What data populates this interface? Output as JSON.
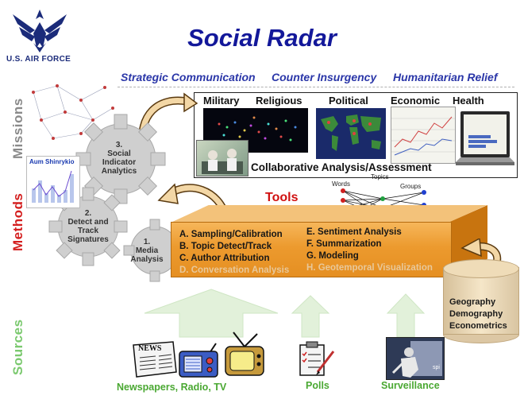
{
  "header": {
    "title": "Social Radar",
    "org_name": "U.S. AIR FORCE"
  },
  "missions": {
    "labels": [
      "Strategic Communication",
      "Counter Insurgency",
      "Humanitarian Relief"
    ],
    "panel_categories": [
      "Military",
      "Religious",
      "Political",
      "Economic",
      "Health"
    ],
    "panel_caption": "Collaborative Analysis/Assessment"
  },
  "side_labels": {
    "missions": "Missions",
    "methods": "Methods",
    "sources": "Sources"
  },
  "colors": {
    "title": "#13189a",
    "missions_label": "#8a8a8a",
    "methods_label": "#d42020",
    "sources_label": "#7bc96f",
    "tools_box": "#ec9a2e",
    "source_arrows": "#e2f1da"
  },
  "gears": {
    "gear3": [
      "3.",
      "Social",
      "Indicator",
      "Analytics"
    ],
    "gear2": [
      "2.",
      "Detect and",
      "Track",
      "Signatures"
    ],
    "gear1": [
      "1.",
      "Media",
      "Analysis"
    ]
  },
  "inset_chart": {
    "title": "Aum Shinrykio"
  },
  "tools": {
    "heading": "Tools",
    "graph_labels": [
      "Words",
      "Topics",
      "Groups"
    ],
    "methods": [
      "A. Sampling/Calibration",
      "B. Topic Detect/Track",
      "C. Author Attribution",
      "D. Conversation Analysis",
      "E. Sentiment Analysis",
      "F. Summarization",
      "G. Modeling",
      "H. Geotemporal Visualization"
    ]
  },
  "data_store": {
    "lines": [
      "Geography",
      "Demography",
      "Econometrics"
    ]
  },
  "sources": {
    "labels": [
      "Newspapers, Radio, TV",
      "Polls",
      "Surveillance"
    ],
    "icon_texts": {
      "newspaper": "NEWS",
      "surveillance": "spi"
    }
  }
}
